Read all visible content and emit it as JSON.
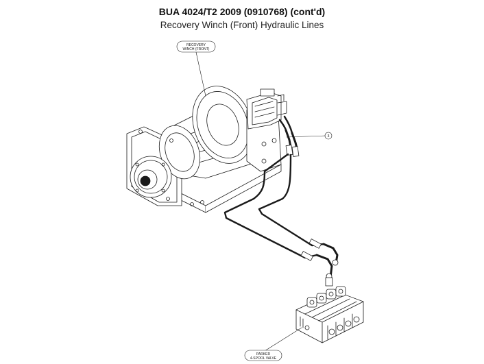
{
  "header": {
    "title": "BUA 4024/T2 2009 (0910768) (cont'd)",
    "subtitle": "Recovery Winch (Front) Hydraulic Lines"
  },
  "callouts": {
    "winch_line1": "RECOVERY",
    "winch_line2": "WINCH (FRONT)",
    "item_number": "3",
    "valve_line1": "PARKER",
    "valve_line2": "4-SPOOL VALVE"
  },
  "colors": {
    "line": "#1a1a1a",
    "background": "#ffffff"
  }
}
